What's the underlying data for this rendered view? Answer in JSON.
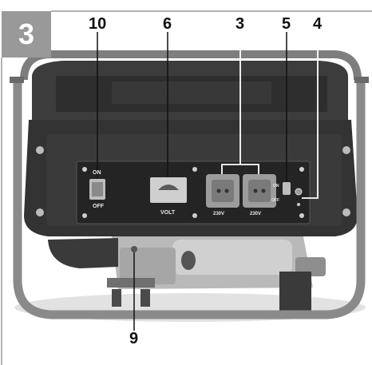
{
  "figure": {
    "number": "3"
  },
  "callouts": {
    "c10": "10",
    "c6": "6",
    "c3": "3",
    "c5": "5",
    "c4": "4",
    "c9": "9"
  },
  "panel": {
    "switch_on": "ON",
    "switch_off": "OFF",
    "voltmeter_label": "VOLT",
    "socket_left_label": "230V",
    "socket_right_label": "230V",
    "breaker_on": "ON",
    "breaker_off": "OFF"
  },
  "colors": {
    "badge_gray": "#999999",
    "frame_gray": "#858585",
    "panel_dark": "#2a2a2a",
    "callout_line": "#111111"
  }
}
